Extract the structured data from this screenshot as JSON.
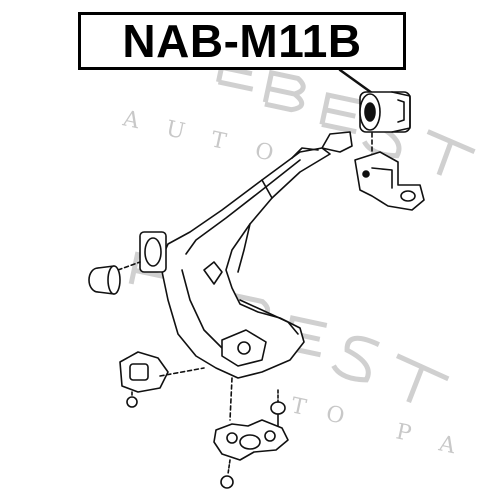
{
  "part_number": "NAB-M11B",
  "watermark": {
    "brand": "FEBEST",
    "tagline": "AUTO PARTS"
  },
  "icons": [
    "bushing-icon",
    "control-arm-icon",
    "bracket-icon",
    "ball-joint-icon"
  ],
  "colors": {
    "ink": "#111111",
    "watermark": "#d9d9d9",
    "border": "#000000"
  }
}
